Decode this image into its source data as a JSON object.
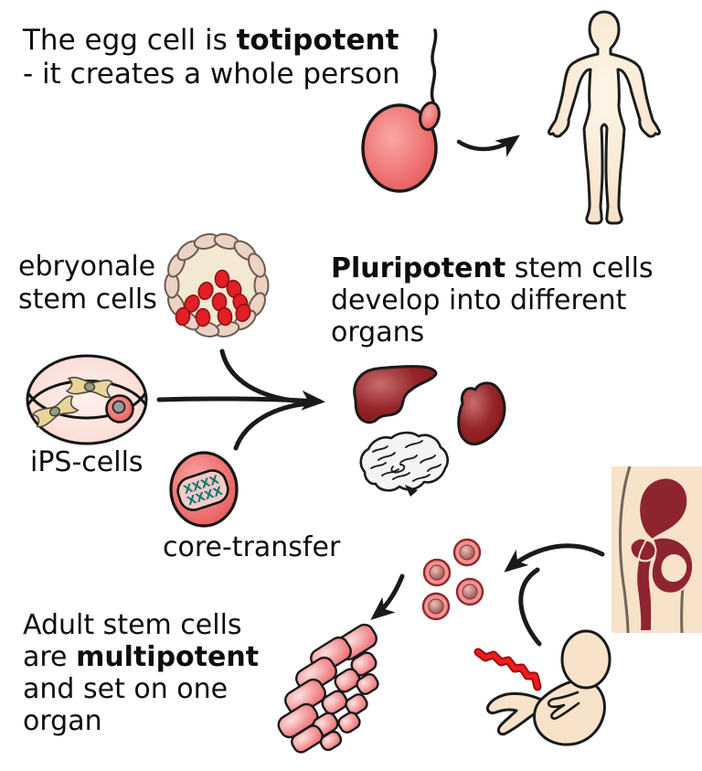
{
  "texts": {
    "totipotent_line1_pre": "The egg cell is ",
    "totipotent_line1_bold": "totipotent",
    "totipotent_line2": "- it creates a whole person",
    "embryonic_line1": "ebryonale",
    "embryonic_line2": "stem cells",
    "ips": "iPS-cells",
    "core_transfer": "core-transfer",
    "pluripotent_bold": "Pluripotent",
    "pluripotent_line1_rest": " stem cells",
    "pluripotent_line2": "develop into different",
    "pluripotent_line3": "organs",
    "adult_line1": "Adult stem cells",
    "adult_line2_pre": "are ",
    "adult_line2_bold": "multipotent",
    "adult_line3": "and set on one",
    "adult_line4": "organ",
    "chromosomes_row1": "XXXX",
    "chromosomes_row2": "XXXX"
  },
  "colors": {
    "cell_salmon": "#ee6b6d",
    "cell_outline": "#1a1a1a",
    "organ_dark_red": "#8a1c20",
    "blastocyst_ring": "#ead2c4",
    "inner_red_cells": "#e01f26",
    "skin": "#f7e3c9",
    "bone_red": "#8e2430",
    "chromosome_teal": "#0e7b6e",
    "umbilical_red": "#e01212",
    "text": "#0d0d0d"
  }
}
